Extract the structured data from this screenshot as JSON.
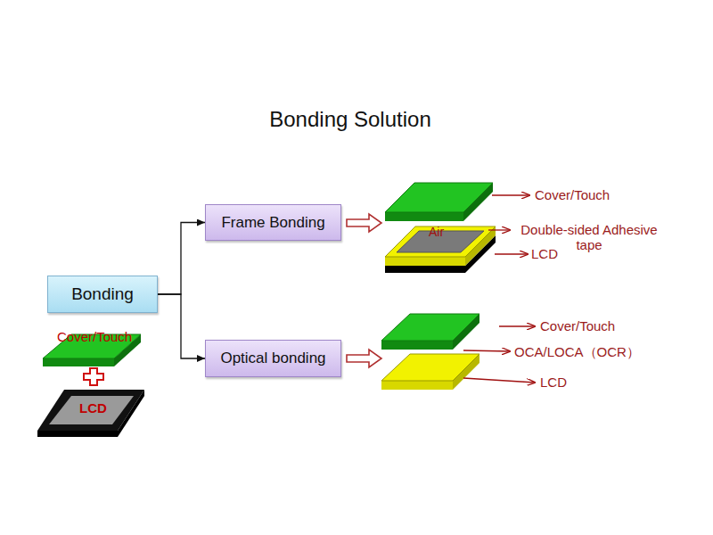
{
  "diagram": {
    "title": "Bonding Solution",
    "nodes": [
      {
        "text": [
          "Bonding"
        ]
      },
      {
        "text": [
          "Frame Bonding"
        ]
      },
      {
        "text": [
          "Optical bonding"
        ]
      }
    ],
    "edges": [
      {
        "from": 0,
        "to": 1,
        "arrow": "to"
      },
      {
        "from": 0,
        "to": 2,
        "arrow": "to"
      }
    ],
    "labels": [
      "Cover/Touch",
      "LCD",
      "Air",
      "Cover/Touch",
      "Double-sided Adhesive tape",
      "LCD",
      "Cover/Touch",
      "OCA/LOCA（OCR）",
      "LCD"
    ]
  }
}
